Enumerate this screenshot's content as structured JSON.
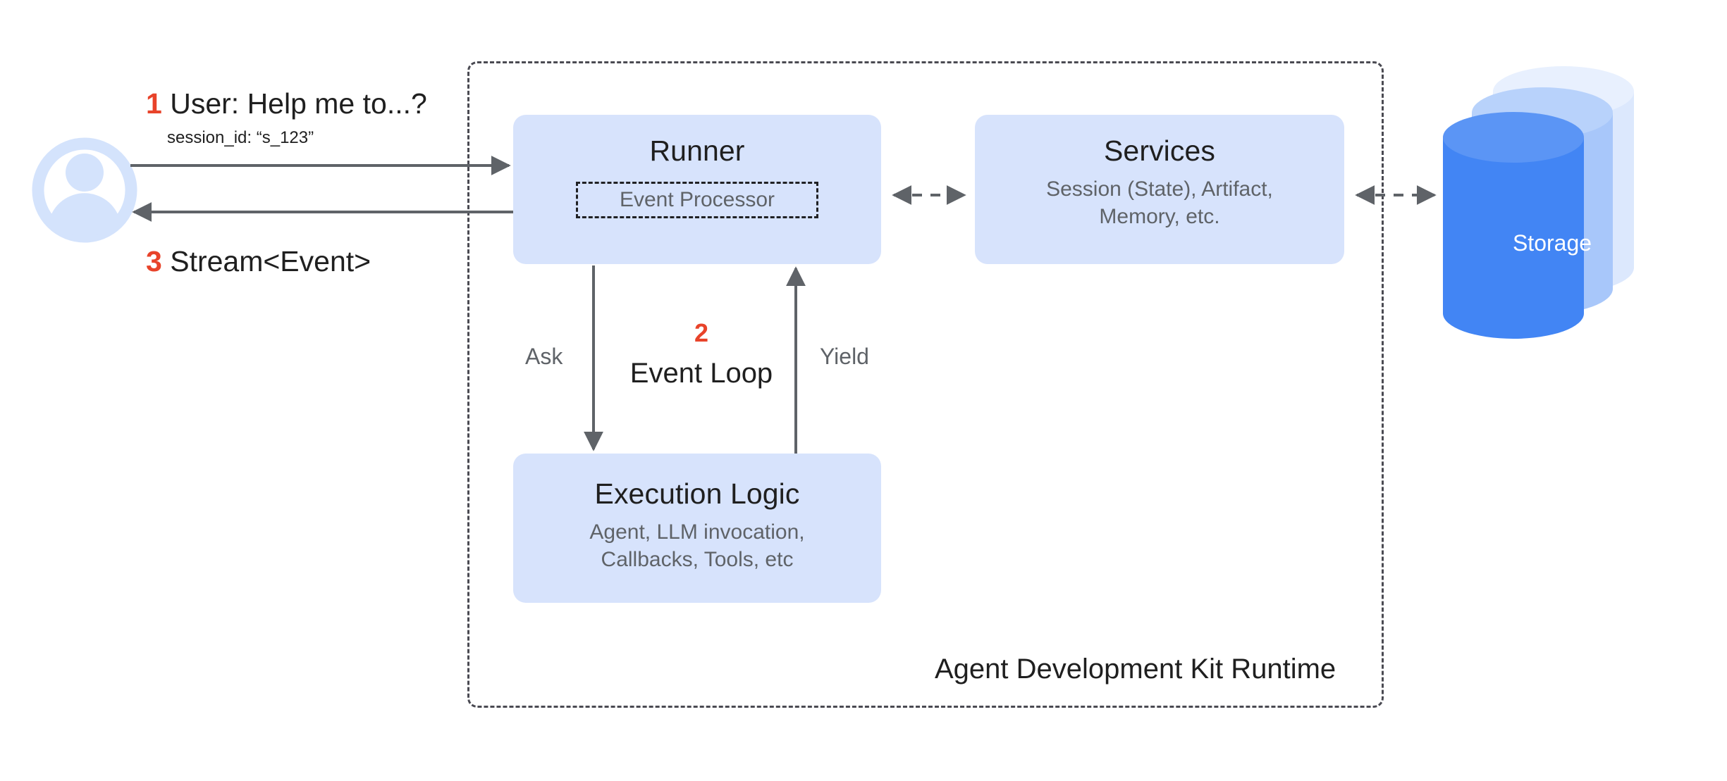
{
  "diagram": {
    "title": "Agent Development Kit Runtime",
    "colors": {
      "box_fill": "#d7e3fc",
      "accent_number": "#e8432a",
      "arrow": "#5f6368",
      "storage_front": "#4285f4",
      "storage_mid": "#a8c7fa",
      "storage_back": "#dce8fd",
      "avatar": "#d4e3fc",
      "text_primary": "#1f1f1f",
      "text_secondary": "#5f6368"
    },
    "user": {
      "icon": "user-avatar-icon",
      "step_number": "1",
      "request_text": "User: Help me to...?",
      "session_id_text": "session_id: “s_123”",
      "response_step_number": "3",
      "response_text": "Stream<Event>"
    },
    "runner": {
      "title": "Runner",
      "inner_block": "Event Processor"
    },
    "services": {
      "title": "Services",
      "subtitle": "Session (State), Artifact,\nMemory, etc."
    },
    "execution": {
      "title": "Execution Logic",
      "subtitle": "Agent, LLM invocation,\nCallbacks, Tools, etc"
    },
    "storage": {
      "label": "Storage"
    },
    "event_loop": {
      "step_number": "2",
      "label": "Event Loop",
      "ask_label": "Ask",
      "yield_label": "Yield"
    }
  }
}
